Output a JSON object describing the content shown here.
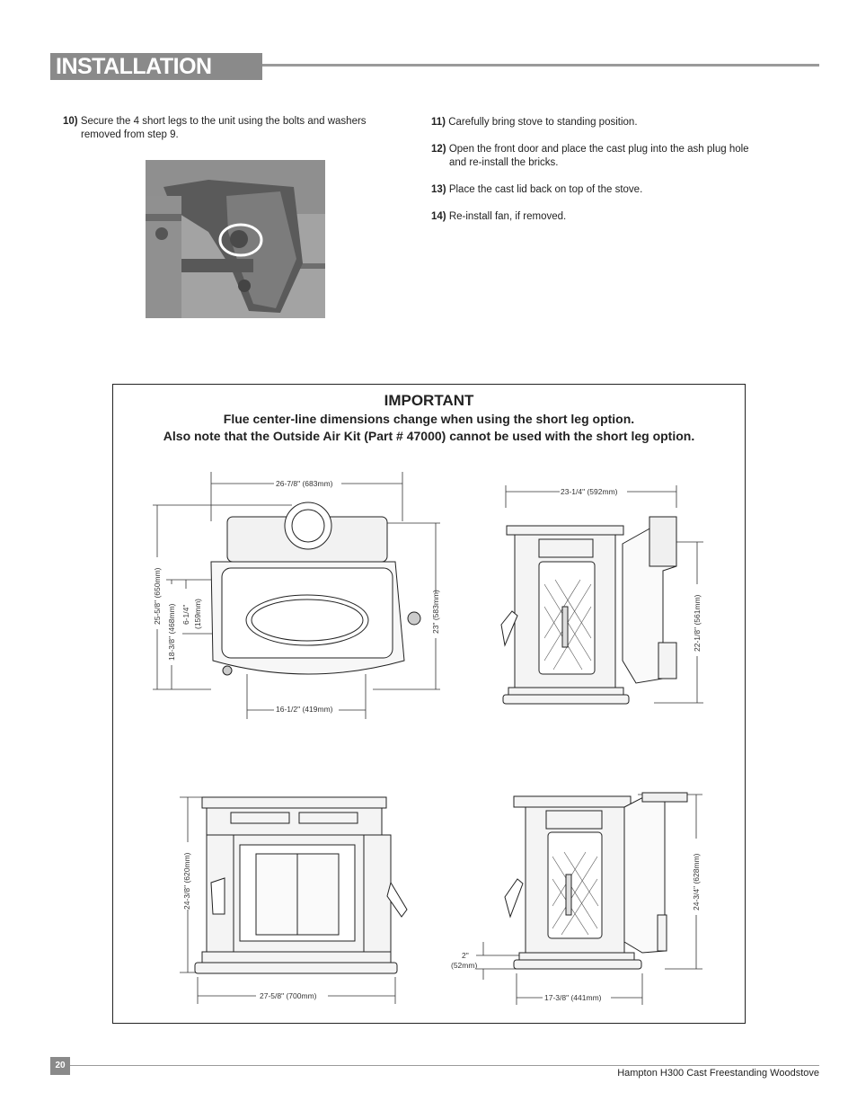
{
  "header": {
    "title": "INSTALLATION"
  },
  "steps_left": [
    {
      "num": "10)",
      "text_line1": "Secure the 4 short legs to the unit using the bolts and washers",
      "text_line2": "removed from step 9."
    }
  ],
  "steps_right": [
    {
      "num": "11)",
      "text": "Carefully bring stove to standing position."
    },
    {
      "num": "12)",
      "text_line1": "Open the front door and place the cast plug into the ash plug hole",
      "text_line2": "and re-install the bricks."
    },
    {
      "num": "13)",
      "text": "Place the cast lid back on top of the stove."
    },
    {
      "num": "14)",
      "text": "Re-install fan, if removed."
    }
  ],
  "important": {
    "title": "IMPORTANT",
    "line1": "Flue center-line dimensions change when using the short leg option.",
    "line2": "Also note that the Outside Air Kit (Part # 47000) cannot be used with the short leg option."
  },
  "dimensions": {
    "top_width": "26-7/8\" (683mm)",
    "top_height_total": "25-5/8\" (650mm)",
    "top_height_flue": "18-3/8\" (468mm)",
    "top_offset": "6-1/4\"",
    "top_offset_mm": "(159mm)",
    "top_depth": "23\" (583mm)",
    "top_bottom_width": "16-1/2\" (419mm)",
    "side_top_width": "23-1/4\" (592mm)",
    "side_top_height": "22-1/8\" (561mm)",
    "front_height": "24-3/8\" (620mm)",
    "front_width": "27-5/8\" (700mm)",
    "side_bottom_leg": "2\"",
    "side_bottom_leg_mm": "(52mm)",
    "side_bottom_width": "17-3/8\" (441mm)",
    "side_bottom_height": "24-3/4\" (628mm)"
  },
  "footer": {
    "page_number": "20",
    "doc_title": "Hampton H300 Cast Freestanding Woodstove"
  }
}
